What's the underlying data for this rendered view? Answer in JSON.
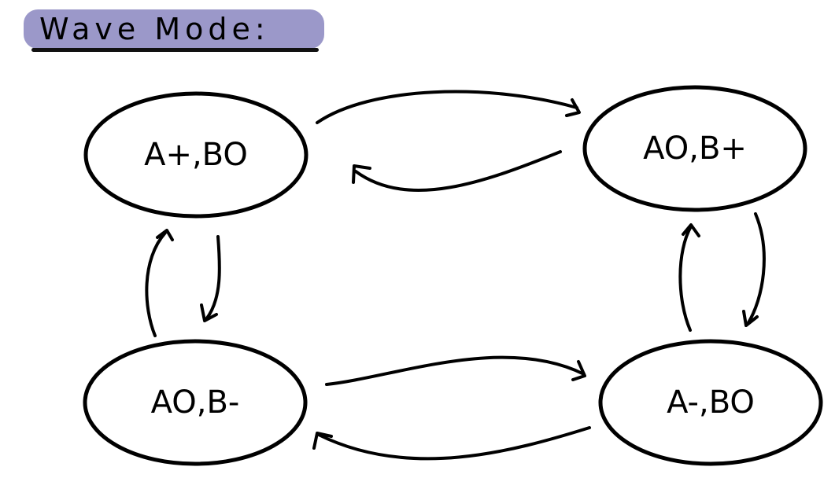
{
  "title": "Wave Mode:",
  "colors": {
    "banner": "#9b98c9",
    "ink": "#000000"
  },
  "states": [
    {
      "id": "s1",
      "label": "A+,BO"
    },
    {
      "id": "s2",
      "label": "AO,B+"
    },
    {
      "id": "s3",
      "label": "AO,B-"
    },
    {
      "id": "s4",
      "label": "A-,BO"
    }
  ],
  "transitions": [
    {
      "from": "s1",
      "to": "s2"
    },
    {
      "from": "s2",
      "to": "s1"
    },
    {
      "from": "s2",
      "to": "s4"
    },
    {
      "from": "s4",
      "to": "s2"
    },
    {
      "from": "s3",
      "to": "s4"
    },
    {
      "from": "s4",
      "to": "s3"
    },
    {
      "from": "s1",
      "to": "s3"
    },
    {
      "from": "s3",
      "to": "s1"
    }
  ]
}
